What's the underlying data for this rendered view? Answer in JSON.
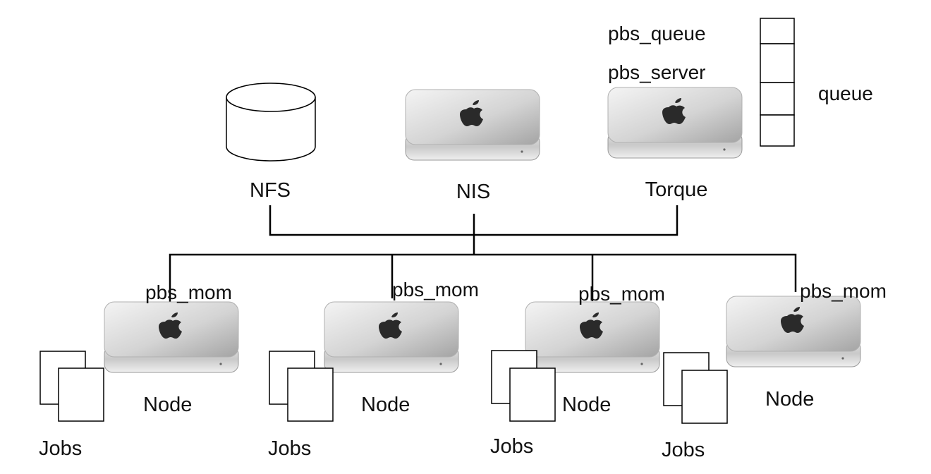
{
  "labels": {
    "nfs": "NFS",
    "nis": "NIS",
    "torque": "Torque",
    "pbs_queue": "pbs_queue",
    "pbs_server": "pbs_server",
    "queue": "queue",
    "pbs_mom": "pbs_mom",
    "node": "Node",
    "jobs": "Jobs"
  },
  "icons": {
    "server": "mac-mini-server-icon",
    "storage": "database-cylinder-icon",
    "job": "document-stack-icon",
    "queue": "queue-stack-icon"
  },
  "colors": {
    "line": "#000000",
    "text": "#111111",
    "server_top_light": "#f2f2f2",
    "server_top_dark": "#a9a9a9",
    "server_side": "#d0d0d0"
  },
  "queue_slots": 4
}
